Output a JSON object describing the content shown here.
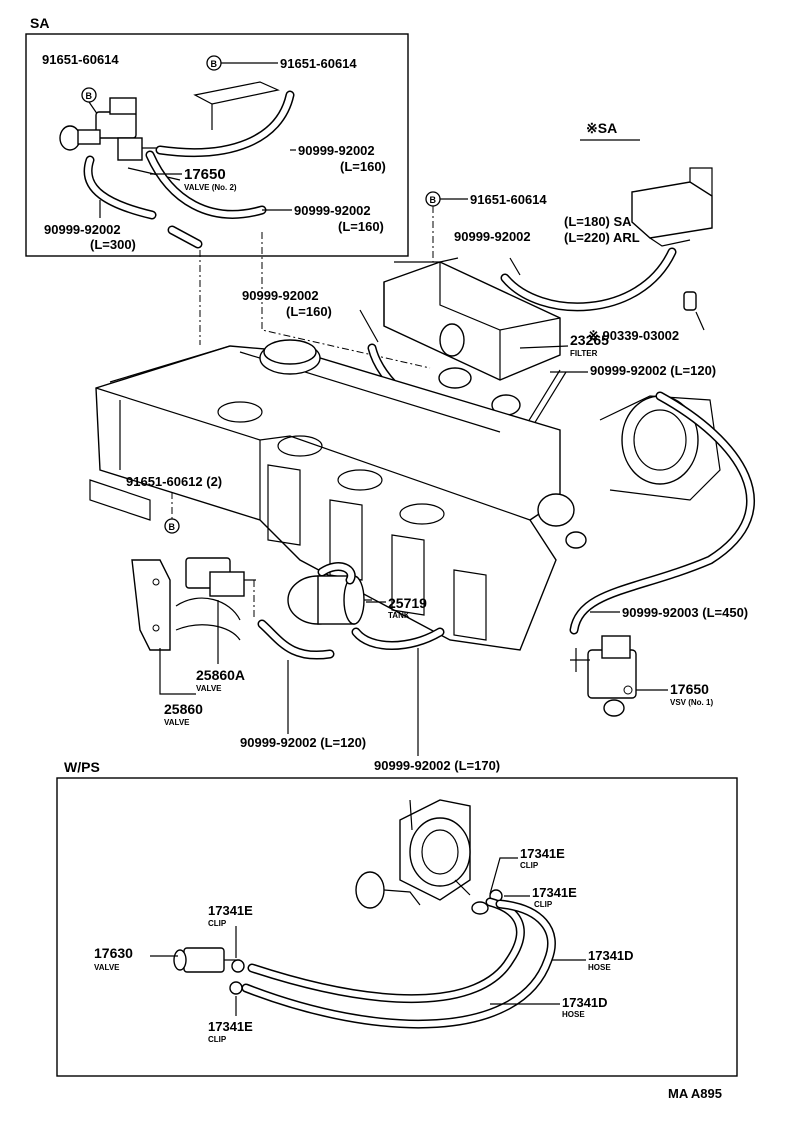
{
  "sections": {
    "sa_title": "SA",
    "sa_note": "※SA",
    "wps_title": "W/PS"
  },
  "sa_box": {
    "p1": "91651-60614",
    "p2": "91651-60614",
    "b1": "B",
    "b2": "B",
    "hose1_pn": "90999-92002",
    "hose1_len": "(L=160)",
    "valve_pn": "17650",
    "valve_name": "VALVE (No. 2)",
    "hose2_pn": "90999-92002",
    "hose2_len": "(L=160)",
    "hose3_pn": "90999-92002",
    "hose3_len": "(L=300)"
  },
  "main": {
    "b3": "B",
    "bolt_pn": "91651-60614",
    "sa_len": "(L=180) SA",
    "arl_pn": "90999-92002",
    "arl_len": "(L=220) ARL",
    "hose_l160_pn": "90999-92002",
    "hose_l160_len": "(L=160)",
    "cap_pn": "※ 90339-03002",
    "filter_pn": "23265",
    "filter_name": "FILTER",
    "hose_l120_top": "90999-92002 (L=120)",
    "cap2_pn": "90339-03002",
    "bolt2_pn": "91651-60612 (2)",
    "b4": "B",
    "tank_pn": "25719",
    "tank_name": "TANK",
    "hose_450": "90999-92003 (L=450)",
    "valve_a_pn": "25860A",
    "valve_a_name": "VALVE",
    "valve_pn": "25860",
    "valve_name": "VALVE",
    "vsv_pn": "17650",
    "vsv_name": "VSV (No. 1)",
    "hose_l120_bot": "90999-92002 (L=120)",
    "hose_l170": "90999-92002 (L=170)"
  },
  "wps": {
    "clip_tr_pn": "17341E",
    "clip_tr_name": "CLIP",
    "clip_r_pn": "17341E",
    "clip_r_name": "CLIP",
    "clip_l_pn": "17341E",
    "clip_l_name": "CLIP",
    "valve_pn": "17630",
    "valve_name": "VALVE",
    "hose1_pn": "17341D",
    "hose1_name": "HOSE",
    "hose2_pn": "17341D",
    "hose2_name": "HOSE",
    "clip_bl_pn": "17341E",
    "clip_bl_name": "CLIP"
  },
  "footer": {
    "code": "MA A895"
  }
}
